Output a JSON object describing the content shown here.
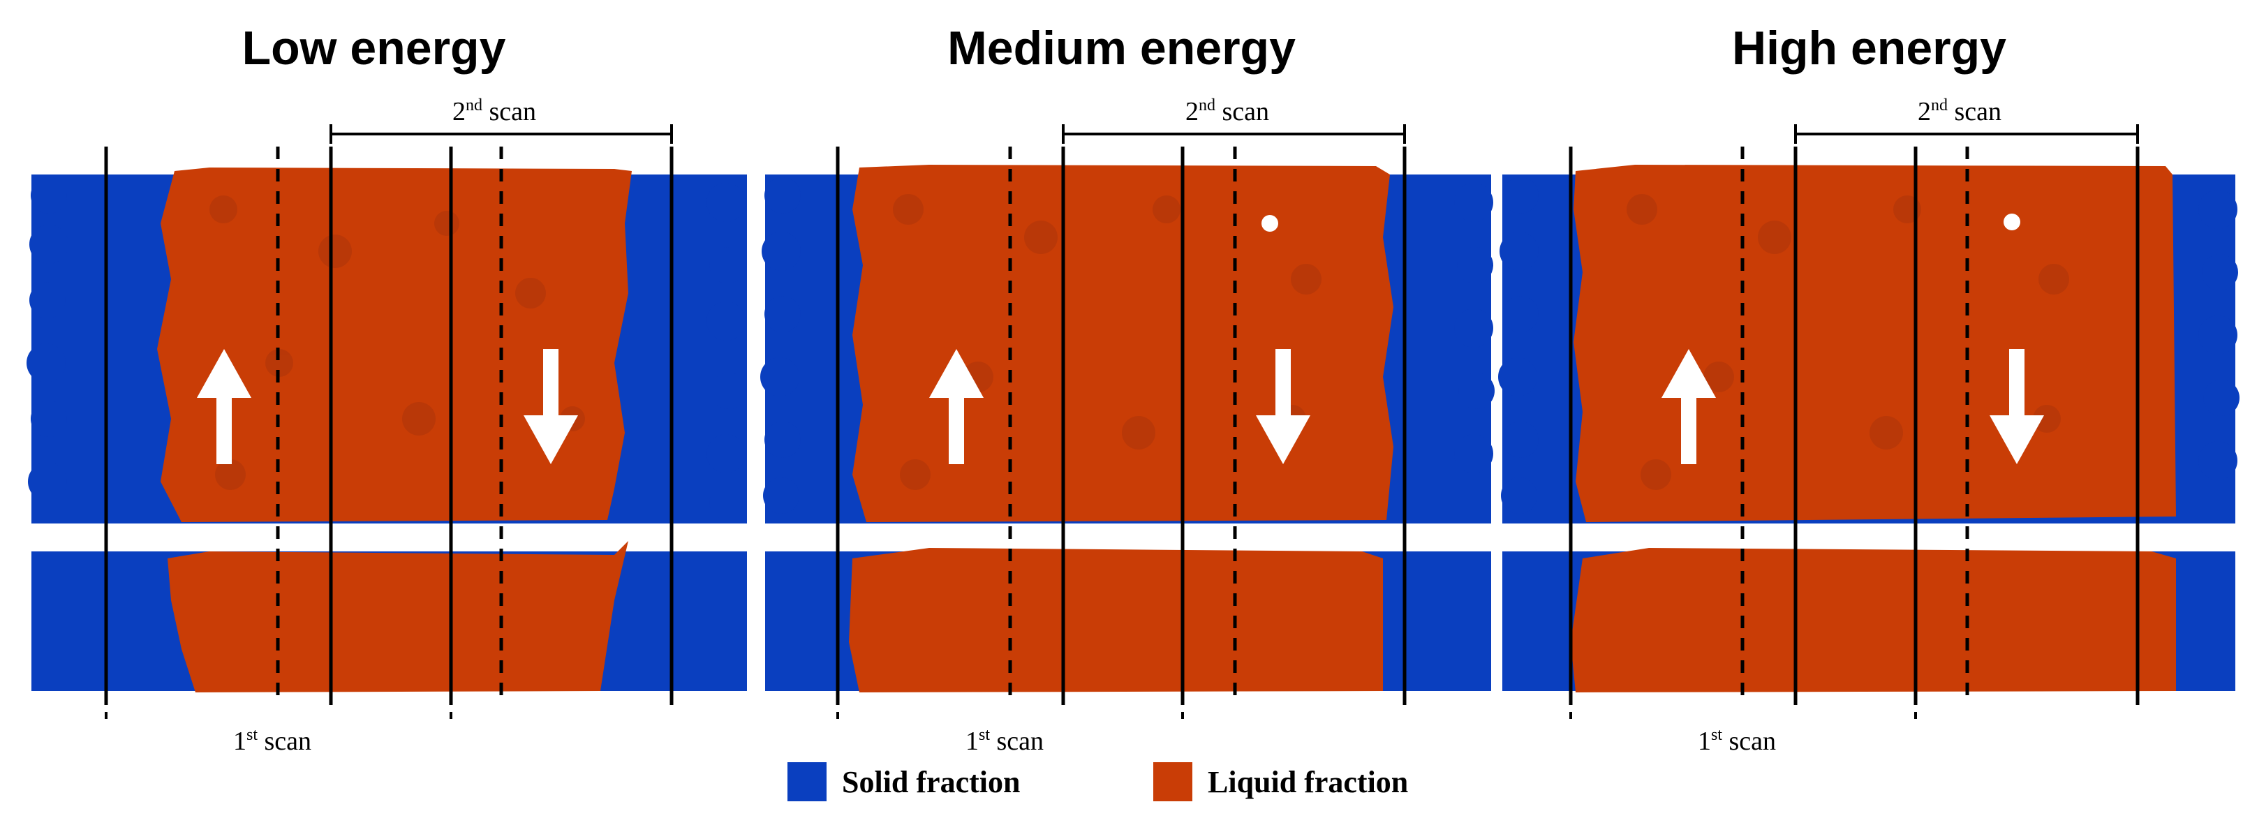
{
  "panels": [
    {
      "title": "Low energy",
      "scan1": {
        "ordinal": "1",
        "suffix": "st",
        "word": "scan"
      },
      "scan2": {
        "ordinal": "2",
        "suffix": "nd",
        "word": "scan"
      }
    },
    {
      "title": "Medium energy",
      "scan1": {
        "ordinal": "1",
        "suffix": "st",
        "word": "scan"
      },
      "scan2": {
        "ordinal": "2",
        "suffix": "nd",
        "word": "scan"
      }
    },
    {
      "title": "High energy",
      "scan1": {
        "ordinal": "1",
        "suffix": "st",
        "word": "scan"
      },
      "scan2": {
        "ordinal": "2",
        "suffix": "nd",
        "word": "scan"
      }
    }
  ],
  "legend": {
    "solid": {
      "label": "Solid fraction",
      "color": "#0a3fbf"
    },
    "liquid": {
      "label": "Liquid fraction",
      "color": "#c93d06"
    }
  },
  "melt_extent": {
    "low": {
      "left": 0.2,
      "right": 0.8
    },
    "medium": {
      "left": 0.12,
      "right": 0.9
    },
    "high": {
      "left": 0.1,
      "right": 0.95
    }
  },
  "arrows": {
    "left": "up",
    "right": "down"
  }
}
